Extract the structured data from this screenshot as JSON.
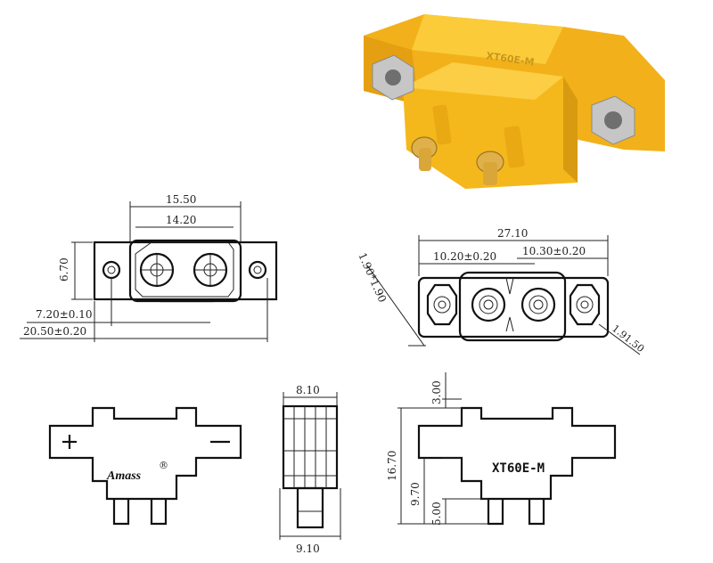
{
  "colors": {
    "connector_body": "#F5B81C",
    "connector_shadow": "#D89A10",
    "pin_gold": "#D4A23A",
    "nut_silver": "#B8B8B8",
    "line": "#222222"
  },
  "photo": {
    "embossed_text": "XT60E-M"
  },
  "front_view": {
    "dims": {
      "overall_inner": "15.50",
      "housing": "14.20",
      "height": "6.70",
      "hole_spacing": "7.20±0.10",
      "overall_width": "20.50±0.20"
    }
  },
  "hex_view": {
    "dims": {
      "total": "27.10",
      "left": "10.20±0.20",
      "right": "10.30±0.20",
      "chamfer": "1.90*1.90",
      "small": "1.91.50"
    }
  },
  "side_view_left": {
    "brand": "Amass",
    "registered": "®"
  },
  "middle_view": {
    "dims": {
      "top": "8.10",
      "bottom": "9.10"
    }
  },
  "side_view_right": {
    "model": "XT60E-M",
    "dims": {
      "top": "3.00",
      "height": "16.70",
      "mid": "9.70",
      "pin": "5.00"
    }
  }
}
